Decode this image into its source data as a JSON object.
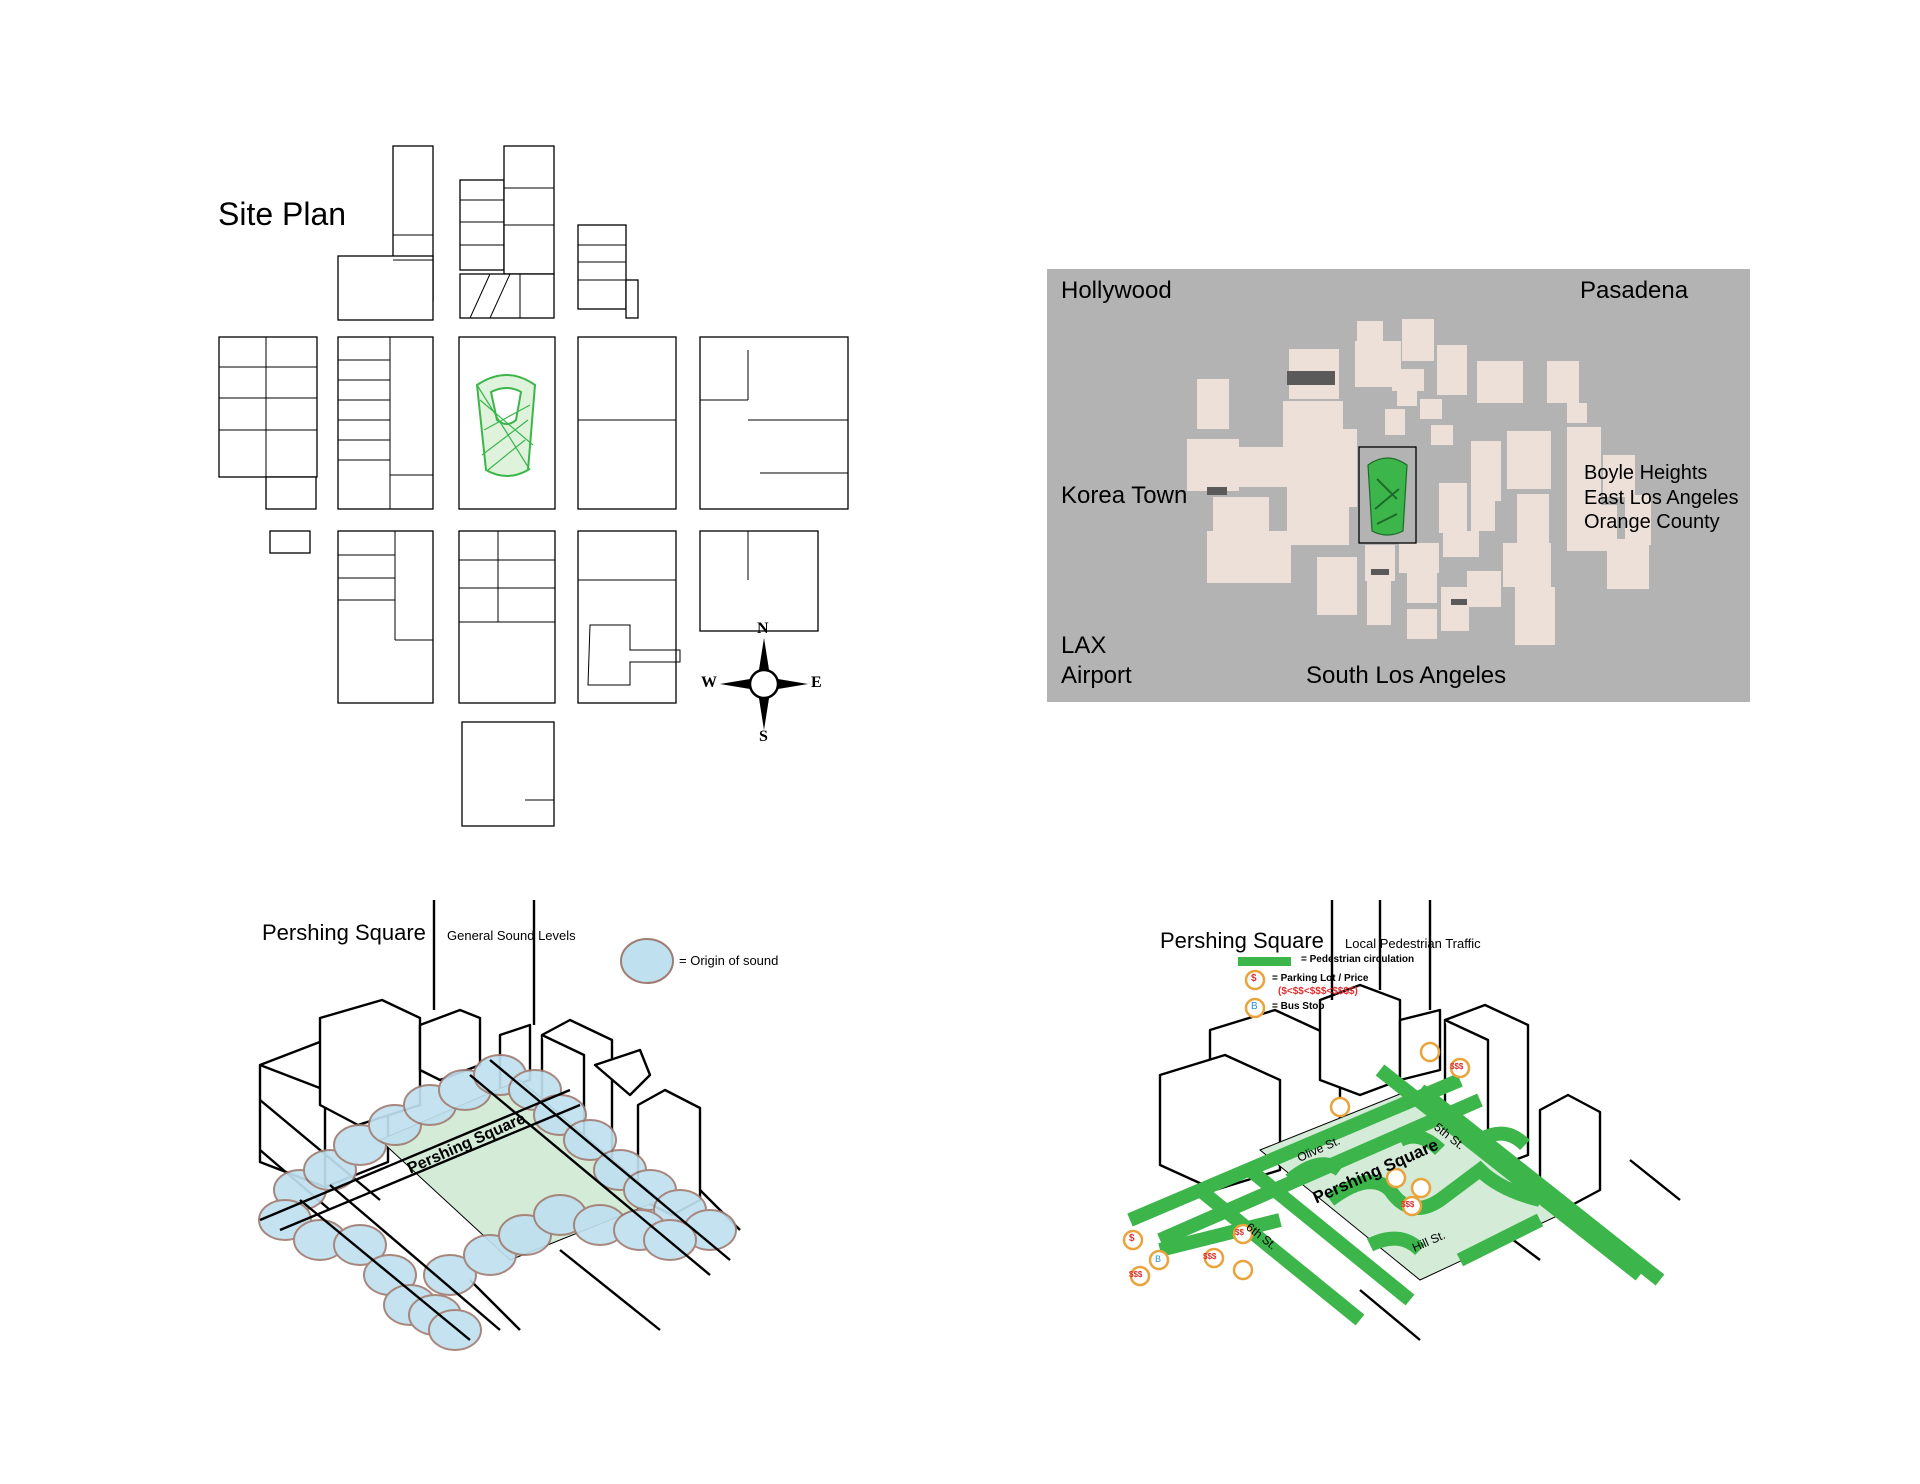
{
  "site_plan": {
    "title": "Site Plan",
    "compass": {
      "north": "N",
      "south": "S",
      "east": "E",
      "west": "W"
    }
  },
  "context_map": {
    "labels": {
      "hollywood": "Hollywood",
      "pasadena": "Pasadena",
      "korea_town": "Korea Town",
      "boyle_heights": "Boyle Heights",
      "east_la": "East Los Angeles",
      "orange_county": "Orange County",
      "lax": "LAX",
      "airport": "Airport",
      "south_la": "South Los Angeles"
    }
  },
  "sound_diagram": {
    "title": "Pershing Square",
    "subtitle": "General Sound Levels",
    "legend": "= Origin of sound",
    "square_label": "Pershing Square"
  },
  "traffic_diagram": {
    "title": "Pershing Square",
    "subtitle": "Local Pedestrian Traffic",
    "legend": {
      "pedestrian": "= Pedestrian circulation",
      "parking": "= Parking Lot / Price",
      "parking_scale": "($<$$<$$$<$$$$)",
      "bus": "= Bus Stop",
      "parking_symbol": "$",
      "bus_symbol": "B"
    },
    "square_label": "Pershing Square",
    "streets": {
      "olive": "Olive St.",
      "fifth": "5th St.",
      "sixth": "6th St.",
      "hill": "Hill St."
    },
    "markers": {
      "s1": "$",
      "s3": "$$$",
      "s2": "$$",
      "b": "B"
    }
  },
  "colors": {
    "green": "#3cb54a",
    "map_bg": "#b3b3b3",
    "building": "#ece0d9",
    "sound_blue": "#bfe0ef",
    "sound_stroke": "#a07d73"
  }
}
